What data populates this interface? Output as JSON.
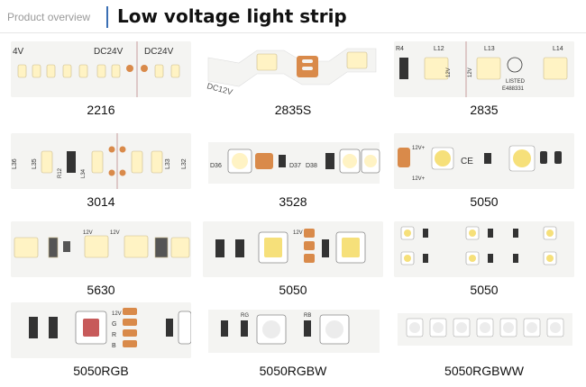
{
  "header": {
    "overview": "Product overview",
    "title": "Low voltage light strip"
  },
  "products": [
    {
      "label": "2216",
      "texts": [
        "4V",
        "DC24V",
        "DC24V"
      ]
    },
    {
      "label": "2835S",
      "texts": [
        "DC12V"
      ]
    },
    {
      "label": "2835",
      "texts": [
        "R4",
        "L12",
        "L13",
        "L14",
        "12V",
        "12V",
        "LISTED",
        "E488331"
      ]
    },
    {
      "label": "3014",
      "texts": [
        "L36",
        "L35",
        "R12",
        "L34",
        "L33",
        "L32"
      ]
    },
    {
      "label": "3528",
      "texts": [
        "D36",
        "D37",
        "D38"
      ]
    },
    {
      "label": "5050",
      "texts": [
        "12V+",
        "12V+",
        "CE"
      ]
    },
    {
      "label": "5630",
      "texts": [
        "12V",
        "12V"
      ]
    },
    {
      "label": "5050",
      "texts": [
        "12V"
      ]
    },
    {
      "label": "5050",
      "texts": []
    },
    {
      "label": "5050RGB",
      "texts": [
        "12V",
        "G",
        "R",
        "B"
      ]
    },
    {
      "label": "5050RGBW",
      "texts": [
        "RG",
        "RB"
      ]
    },
    {
      "label": "5050RGBWW",
      "texts": []
    }
  ],
  "colors": {
    "accent_bar": "#3a6fb4",
    "strip_bg": "#f4f4f2",
    "led_warm": "#fff3c4",
    "led_yellow": "#f6e07a",
    "copper": "#d98a4a"
  }
}
